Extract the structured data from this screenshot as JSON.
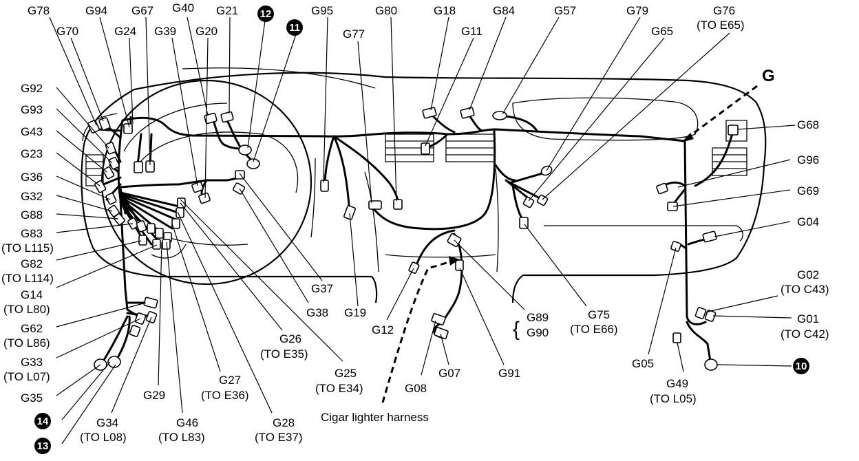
{
  "labels": {
    "g78": "G78",
    "g94": "G94",
    "g67": "G67",
    "g40": "G40",
    "g21": "G21",
    "g95": "G95",
    "g80": "G80",
    "g18": "G18",
    "g84": "G84",
    "g57": "G57",
    "g79": "G79",
    "g76": "G76",
    "g76_to": "(TO E65)",
    "g70": "G70",
    "g24": "G24",
    "g39": "G39",
    "g20": "G20",
    "g77": "G77",
    "g11": "G11",
    "g65": "G65",
    "view_g": "G",
    "g92": "G92",
    "g93": "G93",
    "g43": "G43",
    "g23": "G23",
    "g36": "G36",
    "g32": "G32",
    "g88": "G88",
    "g83": "G83",
    "g83_to": "(TO L115)",
    "g82": "G82",
    "g82_to": "(TO L114)",
    "g14": "G14",
    "g14_to": "(TO L80)",
    "g62": "G62",
    "g62_to": "(TO L86)",
    "g33": "G33",
    "g33_to": "(TO L07)",
    "g35": "G35",
    "g29": "G29",
    "g34": "G34",
    "g34_to": "(TO L08)",
    "g46": "G46",
    "g46_to": "(TO L83)",
    "g27": "G27",
    "g27_to": "(TO E36)",
    "g28": "G28",
    "g28_to": "(TO E37)",
    "g26": "G26",
    "g26_to": "(TO E35)",
    "g25": "G25",
    "g25_to": "(TO E34)",
    "g37": "G37",
    "g38": "G38",
    "g19": "G19",
    "g12": "G12",
    "g08": "G08",
    "g07": "G07",
    "g91": "G91",
    "g89": "G89",
    "g90": "G90",
    "brace": "{",
    "g75": "G75",
    "g75_to": "(TO E66)",
    "g68": "G68",
    "g96": "G96",
    "g69": "G69",
    "g04": "G04",
    "g02": "G02",
    "g02_to": "(TO C43)",
    "g01": "G01",
    "g01_to": "(TO C42)",
    "g05": "G05",
    "g49": "G49",
    "g49_to": "(TO L05)",
    "cigar": "Cigar lighter harness"
  },
  "grounds": {
    "g10": "10",
    "g11": "11",
    "g12": "12",
    "g13": "13",
    "g14": "14"
  }
}
